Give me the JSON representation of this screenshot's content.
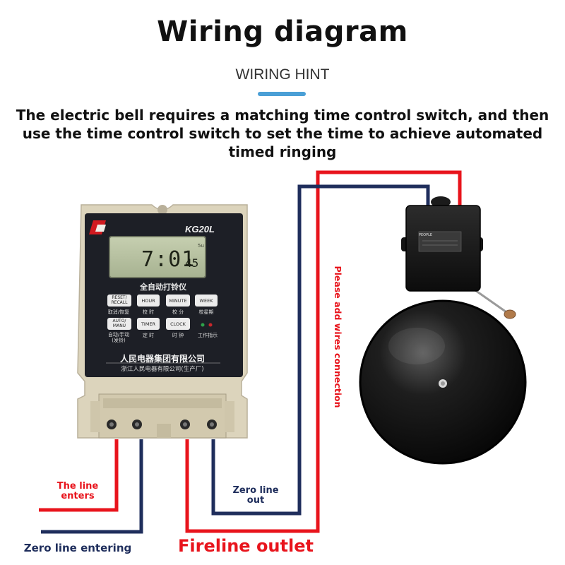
{
  "header": {
    "title": "Wiring diagram",
    "subtitle": "WIRING HINT",
    "description": "The electric bell requires a matching time control switch, and then use the time control switch to set the time to achieve automated timed ringing"
  },
  "device": {
    "model": "KG20L",
    "display_time": "7:01",
    "display_seconds": "45",
    "display_day": "5u",
    "chinese_title": "全自动打铃仪",
    "buttons": [
      {
        "label": "RESET/\nRECALL",
        "caption": "取消/恢复"
      },
      {
        "label": "HOUR",
        "caption": "校 时"
      },
      {
        "label": "MINUTE",
        "caption": "校 分"
      },
      {
        "label": "WEEK",
        "caption": "校星期"
      },
      {
        "label": "AUTO/\nMANU",
        "caption": "自动/手动\n(发铃)"
      },
      {
        "label": "TIMER",
        "caption": "定 时"
      },
      {
        "label": "CLOCK",
        "caption": "时 钟"
      }
    ],
    "indicator_caption": "工作指示",
    "company_name": "人民电器集团有限公司",
    "company_sub": "浙江人民电器有限公司(生产厂)"
  },
  "bell": {
    "label_brand": "PEOPLE"
  },
  "labels": {
    "line_enters": "The line\nenters",
    "zero_line_entering": "Zero line entering",
    "fireline_outlet": "Fireline outlet",
    "zero_line_out": "Zero line\nout",
    "add_wires": "Please add wires connection"
  },
  "colors": {
    "fire_wire": "#e8141c",
    "zero_wire": "#1f2e5c",
    "accent": "#4a9fd6",
    "device_beige": "#dcd4bc",
    "device_panel": "#1d1f26",
    "lcd": "#b8c2a2",
    "bell_body": "#111111"
  }
}
